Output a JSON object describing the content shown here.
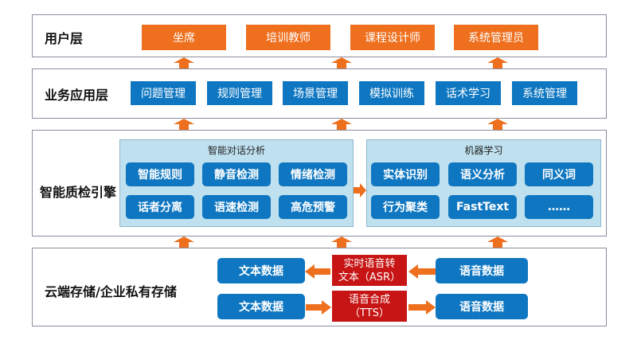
{
  "user_layer": {
    "title": "用户层",
    "roles": [
      "坐席",
      "培训教师",
      "课程设计师",
      "系统管理员"
    ]
  },
  "business_layer": {
    "title": "业务应用层",
    "modules": [
      "问题管理",
      "规则管理",
      "场景管理",
      "模拟训练",
      "话术学习",
      "系统管理"
    ]
  },
  "engine_layer": {
    "title": "智能质检引擎",
    "dialog_analysis": {
      "title": "智能对话分析",
      "items": [
        "智能规则",
        "静音检测",
        "情绪检测",
        "话者分离",
        "语速检测",
        "高危预警"
      ]
    },
    "machine_learning": {
      "title": "机器学习",
      "items": [
        "实体识别",
        "语义分析",
        "同义词",
        "行为聚类",
        "FastText",
        "……"
      ]
    }
  },
  "storage_layer": {
    "title": "云端存储/企业私有存储",
    "row1": {
      "left": "文本数据",
      "middle": [
        "实时语音转",
        "文本（ASR）"
      ],
      "right": "语音数据"
    },
    "row2": {
      "left": "文本数据",
      "middle": [
        "语音合成",
        "（TTS）"
      ],
      "right": "语音数据"
    }
  },
  "colors": {
    "orange": "#ee6f1d",
    "blue": "#0f77c1",
    "panel": "#bfe0ee",
    "red": "#c71414"
  }
}
